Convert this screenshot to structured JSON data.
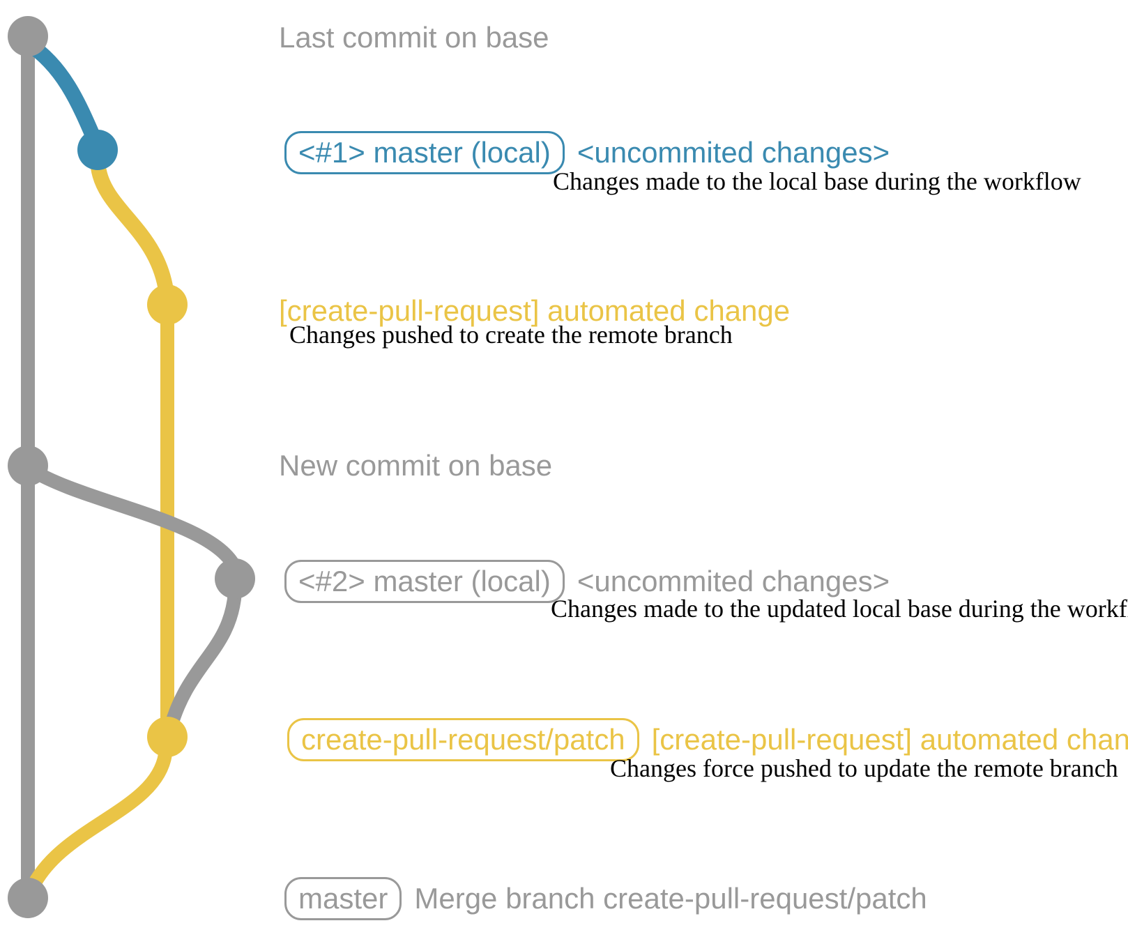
{
  "colors": {
    "gray": "#999999",
    "blue": "#3a8ab0",
    "yellow": "#eac446",
    "description_text": "#000000",
    "background": "#ffffff"
  },
  "rows": {
    "last_commit": {
      "label": "Last commit on base"
    },
    "commit1": {
      "badge": "<#1> master (local)",
      "label": "<uncommited changes>",
      "description": "Changes made to the local base during the workflow"
    },
    "push1": {
      "label": "[create-pull-request] automated change",
      "description": "Changes pushed to create the remote branch"
    },
    "new_commit": {
      "label": "New commit on base"
    },
    "commit2": {
      "badge": "<#2> master (local)",
      "label": "<uncommited changes>",
      "description": "Changes made to the updated local base during the workflow"
    },
    "push2": {
      "badge": "create-pull-request/patch",
      "label": "[create-pull-request] automated change",
      "description": "Changes force pushed to update the remote branch"
    },
    "merge": {
      "badge": "master",
      "label": "Merge branch create-pull-request/patch"
    }
  }
}
